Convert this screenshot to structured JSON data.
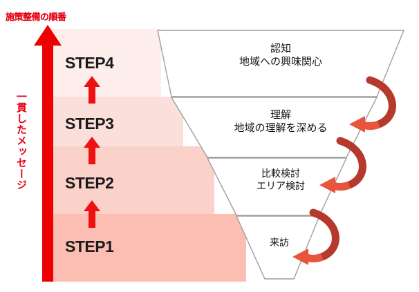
{
  "axis": {
    "title": "施策整備の順番",
    "vertical_label": "一貫したメッセージ",
    "color": "#e60012"
  },
  "steps": [
    {
      "label": "STEP4"
    },
    {
      "label": "STEP3"
    },
    {
      "label": "STEP2"
    },
    {
      "label": "STEP1"
    }
  ],
  "funnel": {
    "stroke_color": "#9e9e9e",
    "fill_color": "#ffffff",
    "stages": [
      {
        "line1": "認知",
        "line2": "地域への興味関心"
      },
      {
        "line1": "理解",
        "line2": "地域の理解を深める"
      },
      {
        "line1": "比較検討",
        "line2": "エリア検討"
      },
      {
        "line1": "来訪",
        "line2": ""
      }
    ]
  },
  "loop_arrows": {
    "count": 3,
    "dark_color": "#b5392c",
    "light_color": "#e8553c"
  },
  "bands": {
    "colors": [
      "#fdeeec",
      "#fbdfdb",
      "#fbd2ca",
      "#fcbdb2"
    ]
  }
}
